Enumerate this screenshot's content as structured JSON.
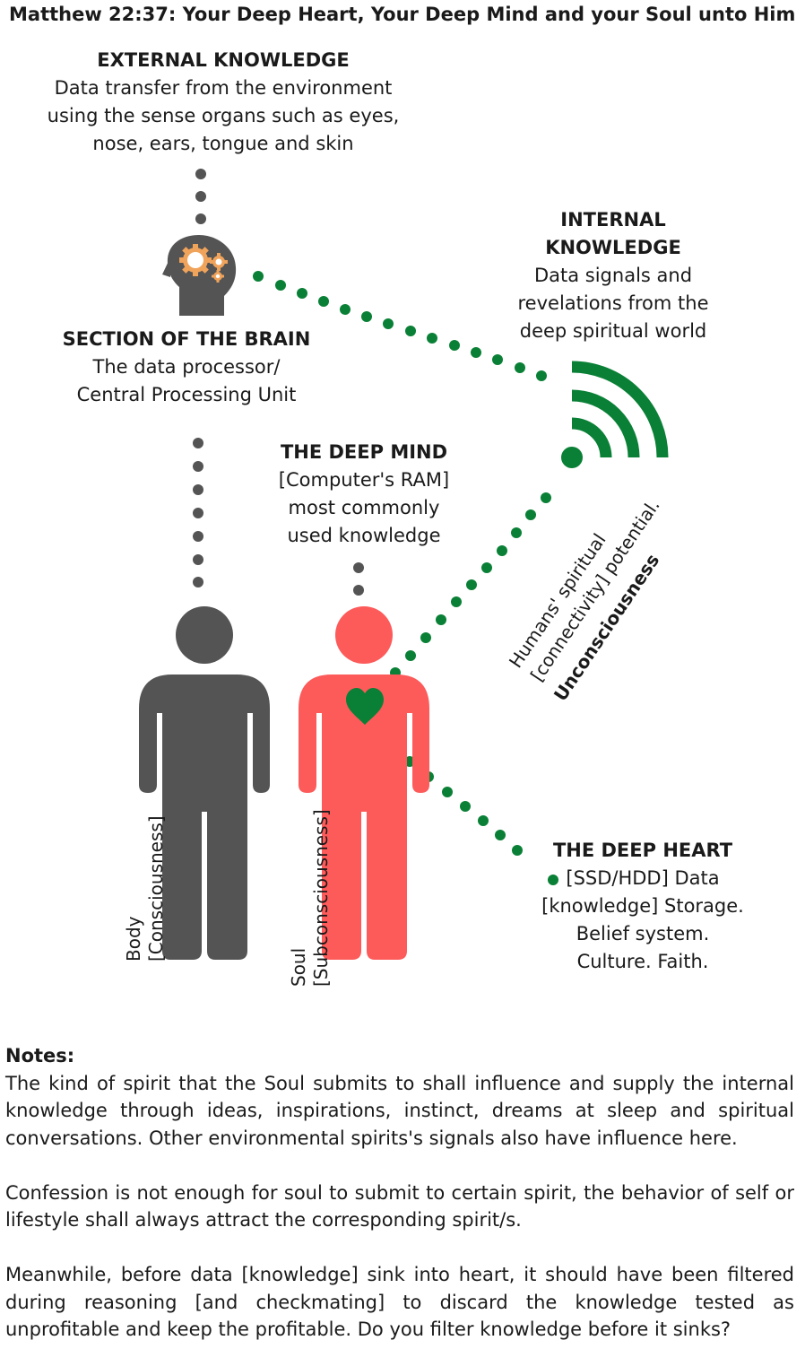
{
  "title": "Matthew 22:37: Your Deep Heart, Your Deep Mind and your Soul unto Him",
  "external": {
    "heading": "EXTERNAL KNOWLEDGE",
    "lines": [
      "Data transfer from the environment",
      "using the sense organs such as eyes,",
      "nose, ears, tongue and skin"
    ]
  },
  "internal": {
    "heading_lines": [
      "INTERNAL",
      "KNOWLEDGE"
    ],
    "lines": [
      "Data signals and",
      "revelations from the",
      "deep spiritual world"
    ]
  },
  "brain": {
    "heading": "SECTION OF THE BRAIN",
    "lines": [
      "The data processor/",
      "Central Processing Unit"
    ]
  },
  "deep_mind": {
    "heading": "THE DEEP MIND",
    "lines": [
      "[Computer's RAM]",
      "most commonly",
      "used knowledge"
    ]
  },
  "deep_heart": {
    "heading": "THE DEEP HEART",
    "lines": [
      "[SSD/HDD] Data",
      "[knowledge] Storage.",
      "Belief system.",
      "Culture. Faith."
    ]
  },
  "spiritual": {
    "line1": "Humans' spiritual",
    "line2": "[connectivity] potential.",
    "line3": "Unconsciousness"
  },
  "body_label": {
    "line1": "Body",
    "line2": "[Consciousness]"
  },
  "soul_label": {
    "line1": "Soul",
    "line2": "[Subconsciousness]"
  },
  "notes": {
    "heading": "Notes:",
    "paragraphs": [
      "The kind of spirit that the Soul submits to shall influence and supply the internal knowledge through ideas, inspirations, instinct, dreams at sleep and spiritual conversations. Other environmental spirits's signals also have influence here.",
      "Confession is not enough for soul to submit to certain spirit, the behavior of self or lifestyle shall always attract the corresponding spirit/s.",
      "Meanwhile, before data [knowledge] sink into heart, it should have been filtered during reasoning [and checkmating] to discard the knowledge tested as unprofitable and keep the profitable. Do you filter knowledge before it sinks?"
    ]
  },
  "colors": {
    "gray": "#545454",
    "red": "#fd5a5a",
    "green": "#0a8036",
    "gear": "#f0a35a"
  },
  "icons": [
    "head-gears-icon",
    "wifi-signal-icon",
    "heart-icon",
    "body-figure-icon",
    "soul-figure-icon"
  ]
}
